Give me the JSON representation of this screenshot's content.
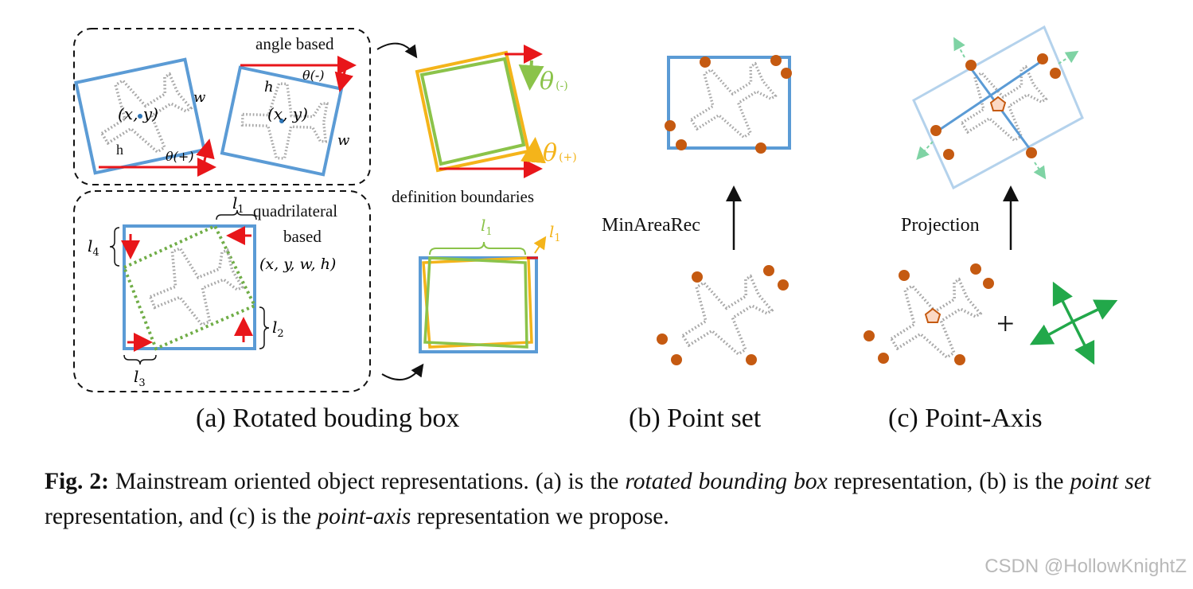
{
  "figure": {
    "panel_a": {
      "angle_title": "angle based",
      "label_xy": "(x, y)",
      "label_h": "h",
      "label_w": "w",
      "label_theta_pos": "θ(+)",
      "label_theta_neg": "θ(-)",
      "quad_title_1": "quadrilateral",
      "quad_title_2": "based",
      "quad_params": "(x, y, w, h)",
      "l1": "l",
      "l1_sub": "1",
      "l2": "l",
      "l2_sub": "2",
      "l3": "l",
      "l3_sub": "3",
      "l4": "l",
      "l4_sub": "4",
      "definition_boundaries": "definition boundaries",
      "theta_neg_big": "θ",
      "theta_neg_sub": "(-)",
      "theta_pos_big": "θ",
      "theta_pos_sub": "(+)",
      "bl1": "l",
      "bl1_sub": "1",
      "bl1b": "l",
      "bl1b_sub": "1",
      "sublabel": "(a) Rotated bouding box"
    },
    "panel_b": {
      "arrow_label": "MinAreaRec",
      "sublabel": "(b) Point set"
    },
    "panel_c": {
      "arrow_label": "Projection",
      "plus": "+",
      "sublabel": "(c) Point-Axis"
    }
  },
  "caption": {
    "fig_label": "Fig. 2:",
    "t1": " Mainstream oriented object representations. (a) is the ",
    "e1": "rotated bounding box",
    "t2": " representation, (b) is the ",
    "e2": "point set",
    "t3": " representation, and (c) is the ",
    "e3": "point-axis",
    "t4": " representation we propose."
  },
  "watermark": "CSDN @HollowKnightZ",
  "colors": {
    "box_blue": "#5b9bd5",
    "light_blue": "#b4d2ec",
    "red": "#e8161a",
    "green": "#8bc34a",
    "orange": "#f4b41a",
    "point_orange": "#c55a11",
    "dotted_gray": "#a8a8a8",
    "axis_green": "#22a84a"
  }
}
